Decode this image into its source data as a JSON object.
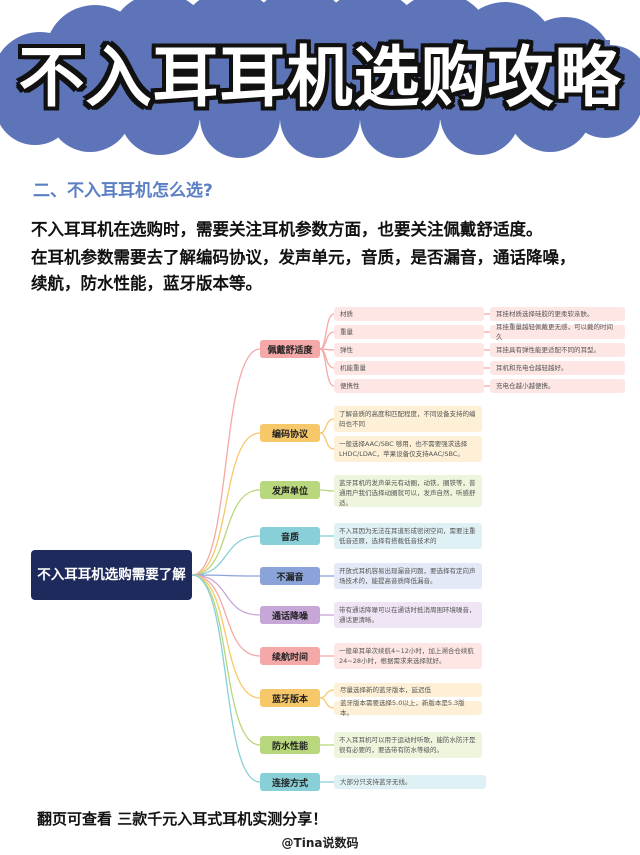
{
  "header": {
    "title": "不入耳耳机选购攻略",
    "cloud_color": "#5d74b8"
  },
  "section_heading": "二、不入耳耳机怎么选?",
  "intro": [
    "不入耳耳机在选购时，需要关注耳机参数方面，也要关注佩戴舒适度。",
    "在耳机参数需要去了解编码协议，发声单元，音质，是否漏音，通话降噪，",
    "续航，防水性能，蓝牙版本等。"
  ],
  "mindmap": {
    "root": "不入耳耳机选购需要了解",
    "root_color": "#1e2a5c",
    "branches": [
      {
        "label": "佩戴舒适度",
        "color": "#f4a9a8",
        "leaf_color": "#fde6e3",
        "rows": [
          {
            "key": "材质",
            "value": "耳挂材质选择硅胶的更柔软亲肤。"
          },
          {
            "key": "重量",
            "value": "耳挂重量越轻佩戴更无感，可以戴的时间久"
          },
          {
            "key": "弹性",
            "value": "耳挂具有弹性能更适配不同的耳型。"
          },
          {
            "key": "机能重量",
            "value": "耳机和充电仓越轻越好。"
          },
          {
            "key": "便携性",
            "value": "充电仓越小越便携。"
          }
        ]
      },
      {
        "label": "编码协议",
        "color": "#f7c86a",
        "leaf_color": "#fdf0d6",
        "notes": [
          "了解音质的高度和匹配程度，不同设备支持的编码也不同",
          "一般选择AAC/SBC 够用，也不需要强求选择LHDC/LDAC，苹果设备仅支持AAC/SBC。"
        ]
      },
      {
        "label": "发声单位",
        "color": "#b9d77c",
        "leaf_color": "#eef5dd",
        "notes": [
          "蓝牙耳机的发声单元有动圈，动铁，圈铁等，普通用户我们选择动圈就可以，发声自然，听感舒适。"
        ]
      },
      {
        "label": "音质",
        "color": "#88cfd8",
        "leaf_color": "#dff1f4",
        "notes": [
          "不入耳因为无法在耳道形成密闭空间，需要注重低音还原，选择有搭载低音技术的"
        ]
      },
      {
        "label": "不漏音",
        "color": "#8aa3d8",
        "leaf_color": "#e3e9f6",
        "notes": [
          "开放式耳机容易出现漏音问题，要选择有定向声场技术的，能提高音质降低漏音。"
        ]
      },
      {
        "label": "通话降噪",
        "color": "#c7a6d8",
        "leaf_color": "#efe5f4",
        "notes": [
          "带有通话降噪可以在通话时抵消周围环境噪音，通话更清晰。"
        ]
      },
      {
        "label": "续航时间",
        "color": "#f4a9a8",
        "leaf_color": "#fde6e3",
        "notes": [
          "一般单耳单次续航4~12小时，加上溯合仓续航24~28小时，根据需求来选择就好。"
        ]
      },
      {
        "label": "蓝牙版本",
        "color": "#f7c86a",
        "leaf_color": "#fdf0d6",
        "notes": [
          "尽量选择新的蓝牙版本，延迟低",
          "蓝牙版本需要选择5.0以上，新版本是5.3版本。"
        ]
      },
      {
        "label": "防水性能",
        "color": "#b9d77c",
        "leaf_color": "#eef5dd",
        "notes": [
          "不入耳耳机可以用于运动时听歌，能防水防汗是很有必要的，要选带有防水等级的。"
        ]
      },
      {
        "label": "连接方式",
        "color": "#88cfd8",
        "leaf_color": "#dff1f4",
        "notes": [
          "大部分只支持蓝牙无线。"
        ]
      }
    ]
  },
  "footer": "翻页可查看 三款千元入耳式耳机实测分享！",
  "credit": "@Tina说数码"
}
